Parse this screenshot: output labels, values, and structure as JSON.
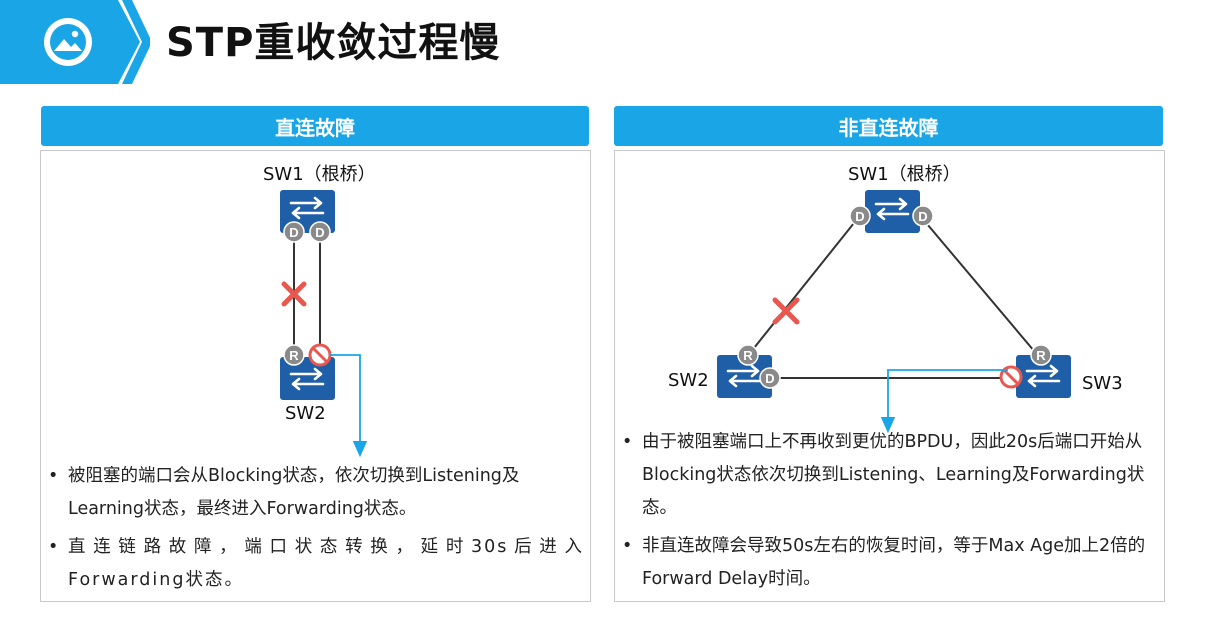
{
  "page": {
    "title": "STP重收敛过程慢",
    "icon": "picture-icon"
  },
  "panels": [
    {
      "header": "直连故障",
      "labels": {
        "root": "SW1（根桥）",
        "sw2": "SW2"
      },
      "ports": {
        "d": "D",
        "r": "R"
      },
      "bullets": [
        "被阻塞的端口会从Blocking状态，依次切换到Listening及Learning状态，最终进入Forwarding状态。",
        "直连链路故障，端口状态转换，延时30s后进入Forwarding状态。"
      ]
    },
    {
      "header": "非直连故障",
      "labels": {
        "root": "SW1（根桥）",
        "sw2": "SW2",
        "sw3": "SW3"
      },
      "ports": {
        "d": "D",
        "r": "R"
      },
      "bullets": [
        "由于被阻塞端口上不再收到更优的BPDU，因此20s后端口开始从Blocking状态依次切换到Listening、Learning及Forwarding状态。",
        "非直连故障会导致50s左右的恢复时间，等于Max Age加上2倍的Forward Delay时间。"
      ]
    }
  ],
  "colors": {
    "accent": "#1aa6e6",
    "switch": "#1f5fa8",
    "port": "#8a8a8a",
    "fault": "#e8584f",
    "link": "#333333",
    "arrow": "#1aa6e6"
  }
}
